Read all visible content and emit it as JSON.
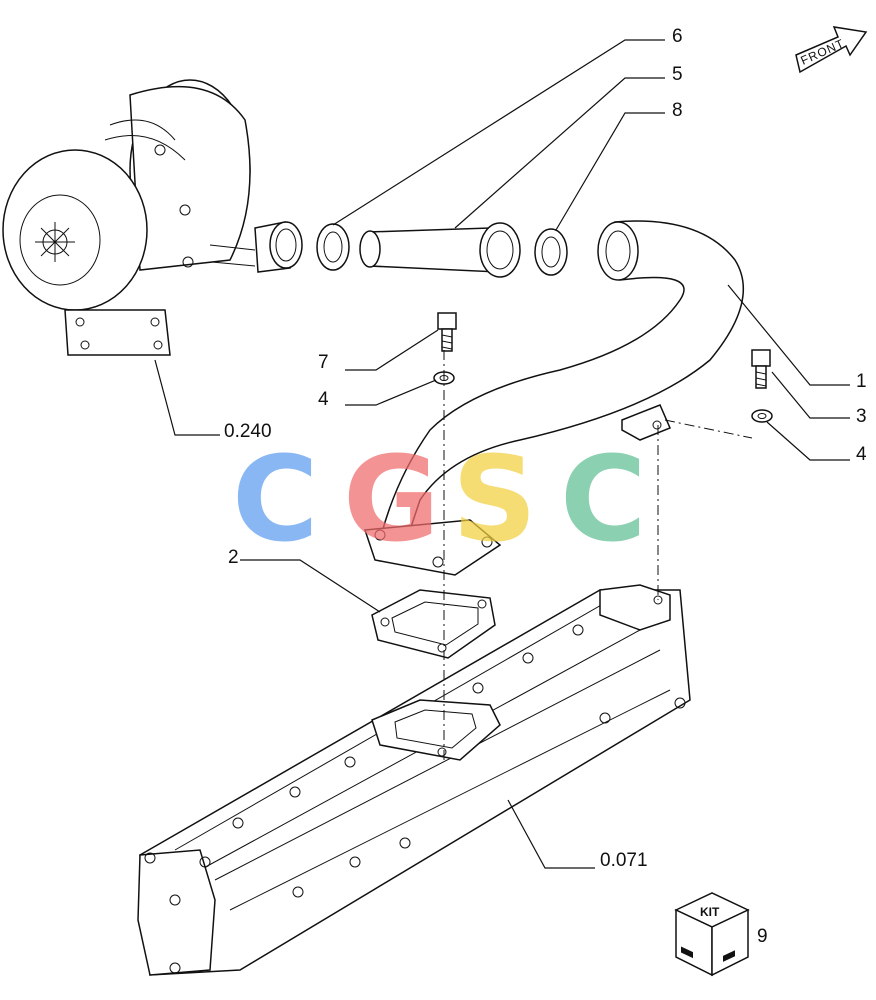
{
  "diagram": {
    "front_arrow_label": "FRONT",
    "callouts": {
      "c1": "1",
      "c2": "2",
      "c3": "3",
      "c4a": "4",
      "c4b": "4",
      "c5": "5",
      "c6": "6",
      "c7": "7",
      "c8": "8",
      "c9": "9",
      "ref_turbo": "0.240",
      "ref_manifold": "0.071"
    },
    "kit_label": "KIT"
  },
  "watermark": {
    "letters": [
      "C",
      "G",
      "S",
      "C"
    ],
    "colors": [
      "#5b9cf0",
      "#f06a6a",
      "#f2d040",
      "#5fbf93"
    ]
  }
}
